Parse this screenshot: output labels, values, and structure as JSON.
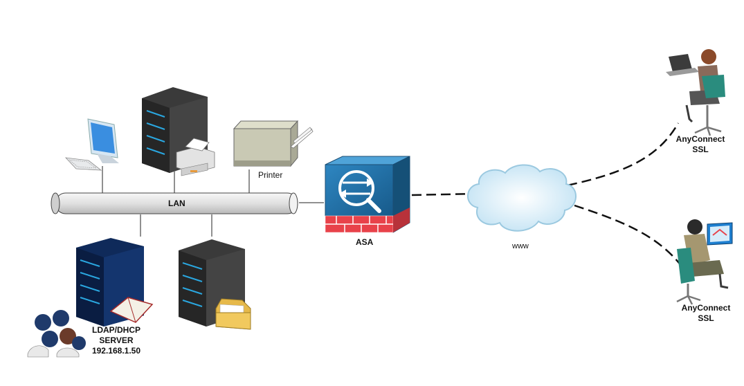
{
  "nodes": {
    "lan": {
      "label": "LAN"
    },
    "printer": {
      "label": "Printer"
    },
    "asa": {
      "label": "ASA"
    },
    "internet": {
      "label": "www"
    },
    "ldap_server": {
      "line1": "LDAP/DHCP",
      "line2": "SERVER",
      "line3": "192.168.1.50"
    },
    "client_top": {
      "line1": "AnyConnect",
      "line2": "SSL"
    },
    "client_bottom": {
      "line1": "AnyConnect",
      "line2": "SSL"
    }
  },
  "colors": {
    "asa_blue": "#1e6fa5",
    "asa_brick": "#e8424a",
    "server_dark": "#2b2b2b",
    "server_navy": "#0f2a5a",
    "server_led": "#2aa7e0",
    "cloud": "#d8eef8",
    "pipe": "#e6e6e6"
  },
  "links": {
    "dashed": [
      "asa-internet",
      "internet-client_top",
      "internet-client_bottom"
    ],
    "solid": [
      "lan-asa",
      "lan-workstation",
      "lan-file_server_top",
      "lan-printer",
      "lan-ldap_server",
      "lan-file_server_bottom"
    ]
  }
}
